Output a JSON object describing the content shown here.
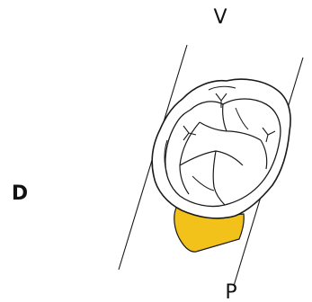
{
  "labels": {
    "top": "V",
    "bottom": "P",
    "left": "D"
  },
  "colors": {
    "stroke": "#1a1a1a",
    "crown_fill": "#ffffff",
    "highlight": "#f2c21a",
    "highlight_edge": "#e0a800",
    "background": "#ffffff"
  }
}
